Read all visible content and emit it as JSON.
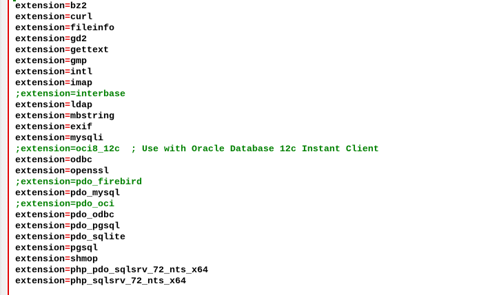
{
  "editor": {
    "colors": {
      "text": "#000000",
      "comment": "#008000",
      "assignment": "#e60000",
      "change_marker": "#e10000",
      "margin_checker": "#e1e1e1",
      "background": "#ffffff"
    },
    "lines": [
      {
        "type": "directive",
        "text": "extension=bz2"
      },
      {
        "type": "directive",
        "text": "extension=curl"
      },
      {
        "type": "directive",
        "text": "extension=fileinfo"
      },
      {
        "type": "directive",
        "text": "extension=gd2"
      },
      {
        "type": "directive",
        "text": "extension=gettext"
      },
      {
        "type": "directive",
        "text": "extension=gmp"
      },
      {
        "type": "directive",
        "text": "extension=intl"
      },
      {
        "type": "directive",
        "text": "extension=imap"
      },
      {
        "type": "comment",
        "text": ";extension=interbase"
      },
      {
        "type": "directive",
        "text": "extension=ldap"
      },
      {
        "type": "directive",
        "text": "extension=mbstring"
      },
      {
        "type": "directive",
        "text": "extension=exif"
      },
      {
        "type": "directive",
        "text": "extension=mysqli"
      },
      {
        "type": "comment",
        "text": ";extension=oci8_12c  ; Use with Oracle Database 12c Instant Client"
      },
      {
        "type": "directive",
        "text": "extension=odbc"
      },
      {
        "type": "directive",
        "text": "extension=openssl"
      },
      {
        "type": "comment",
        "text": ";extension=pdo_firebird"
      },
      {
        "type": "directive",
        "text": "extension=pdo_mysql"
      },
      {
        "type": "comment",
        "text": ";extension=pdo_oci"
      },
      {
        "type": "directive",
        "text": "extension=pdo_odbc"
      },
      {
        "type": "directive",
        "text": "extension=pdo_pgsql"
      },
      {
        "type": "directive",
        "text": "extension=pdo_sqlite"
      },
      {
        "type": "directive",
        "text": "extension=pgsql"
      },
      {
        "type": "directive",
        "text": "extension=shmop"
      },
      {
        "type": "directive",
        "text": "extension=php_pdo_sqlsrv_72_nts_x64"
      },
      {
        "type": "directive",
        "text": "extension=php_sqlsrv_72_nts_x64"
      }
    ]
  }
}
